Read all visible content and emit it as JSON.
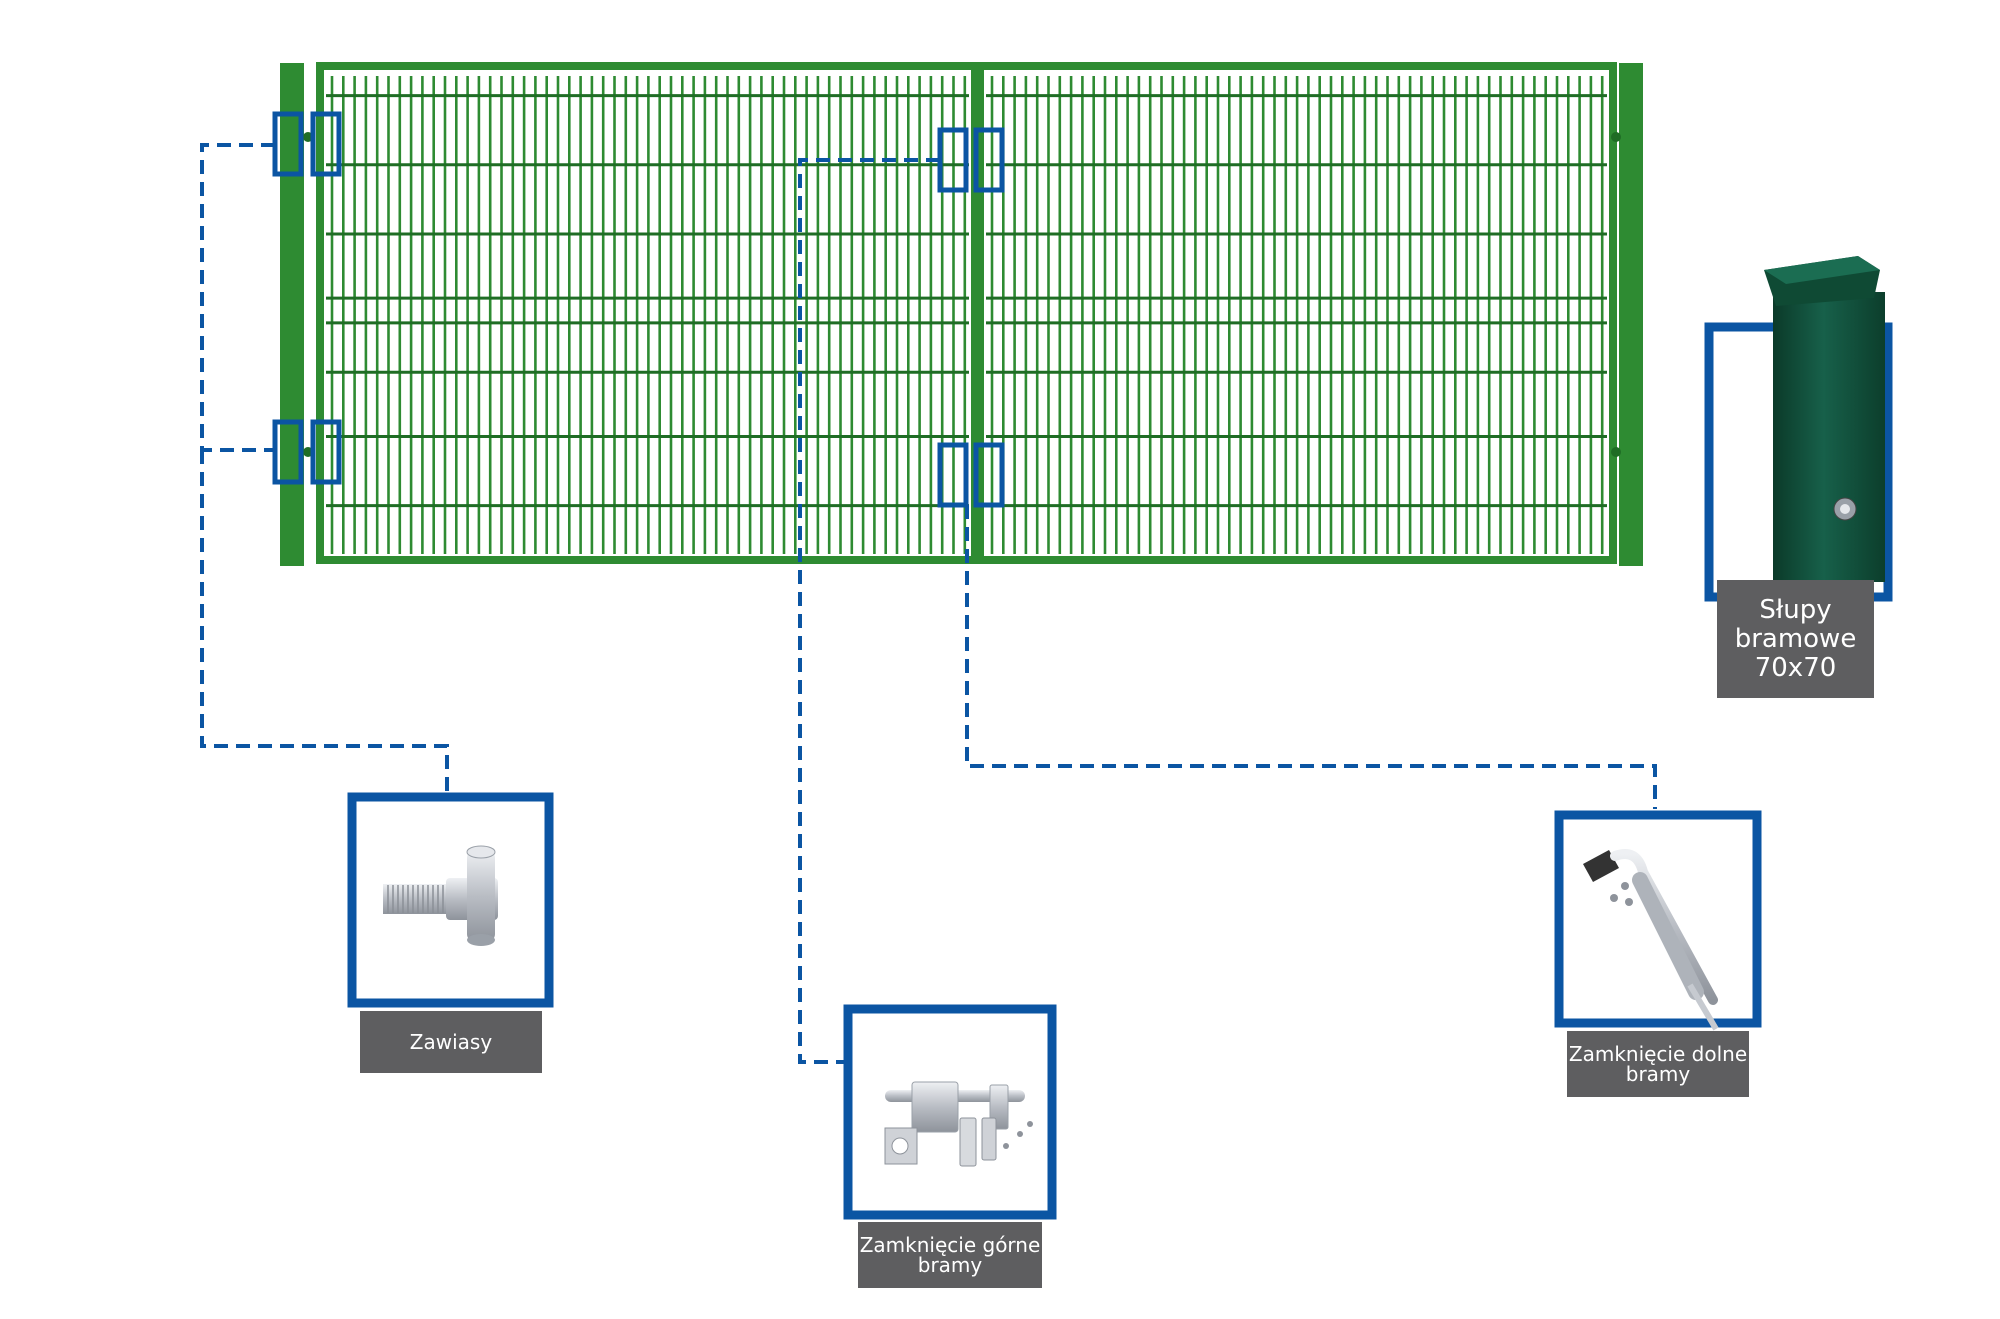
{
  "diagram": {
    "callouts": [
      {
        "id": "hinges",
        "lines": [
          "Zawiasy"
        ],
        "icon": "hinge-bolt-icon"
      },
      {
        "id": "top-latch",
        "lines": [
          "Zamknięcie górne",
          "bramy"
        ],
        "icon": "slide-bolt-latch-icon"
      },
      {
        "id": "bottom-latch",
        "lines": [
          "Zamknięcie dolne",
          "bramy"
        ],
        "icon": "drop-bolt-icon"
      },
      {
        "id": "post",
        "lines": [
          "Słupy",
          "bramowe",
          "70x70"
        ],
        "icon": "gate-post-icon"
      }
    ],
    "colors": {
      "gate_green": "#2e8b32",
      "gate_green_dark": "#1f6d25",
      "frame_blue": "#0b55a3",
      "label_gray": "#5e5e60",
      "post_green": "#0f4a34",
      "metal": "#c8cbd0"
    }
  }
}
